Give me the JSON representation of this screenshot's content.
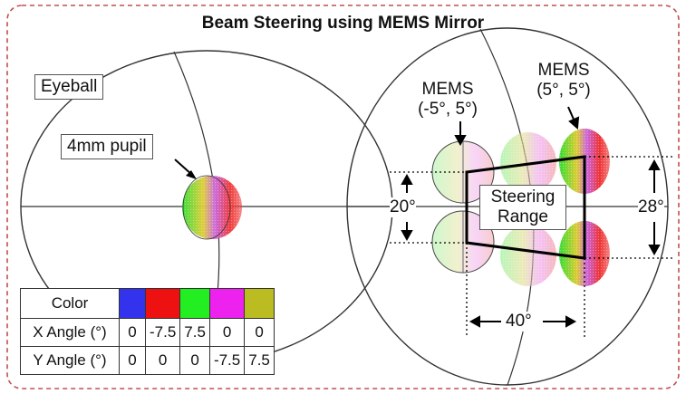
{
  "title": "Beam Steering using MEMS Mirror",
  "labels": {
    "eyeball": "Eyeball",
    "pupil": "4mm pupil",
    "mems_left_line1": "MEMS",
    "mems_left_line2": "(-5°, 5°)",
    "mems_right_line1": "MEMS",
    "mems_right_line2": "(5°, 5°)",
    "steering_line1": "Steering",
    "steering_line2": "Range",
    "angle_vertical_left": "20°",
    "angle_vertical_right": "28°",
    "angle_horizontal": "40°"
  },
  "legend": {
    "headers": {
      "color": "Color",
      "x": "X Angle (°)",
      "y": "Y Angle (°)"
    },
    "entries": [
      {
        "color": "#3333ee",
        "x": "0",
        "y": "0"
      },
      {
        "color": "#ee1111",
        "x": "-7.5",
        "y": "0"
      },
      {
        "color": "#22ee22",
        "x": "7.5",
        "y": "0"
      },
      {
        "color": "#ee22ee",
        "x": "0",
        "y": "-7.5"
      },
      {
        "color": "#bbbb22",
        "x": "0",
        "y": "7.5"
      }
    ]
  },
  "colors": {
    "frame": "#c0504d"
  }
}
